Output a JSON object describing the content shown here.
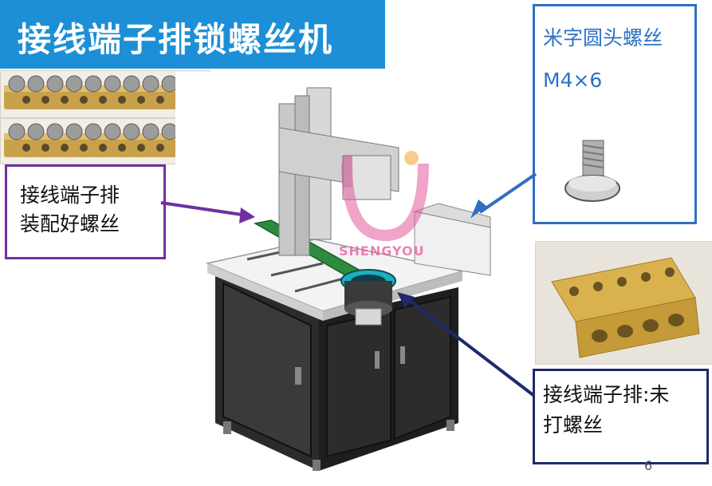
{
  "title": "接线端子排锁螺丝机",
  "labels": {
    "assembled_line1": "接线端子排",
    "assembled_line2": "装配好螺丝",
    "screw_line1": "米字圆头螺丝",
    "screw_line2": "M4×6",
    "unscrewed_line1": "接线端子排:未",
    "unscrewed_line2": "打螺丝"
  },
  "watermark": "SHENGYOU",
  "page_number": "6",
  "colors": {
    "title_bar": "#1c8fd6",
    "purple_border": "#7030a0",
    "blue_border": "#2f6fc0",
    "navy_border": "#1f2a6b",
    "blue_text": "#2e72c4"
  }
}
